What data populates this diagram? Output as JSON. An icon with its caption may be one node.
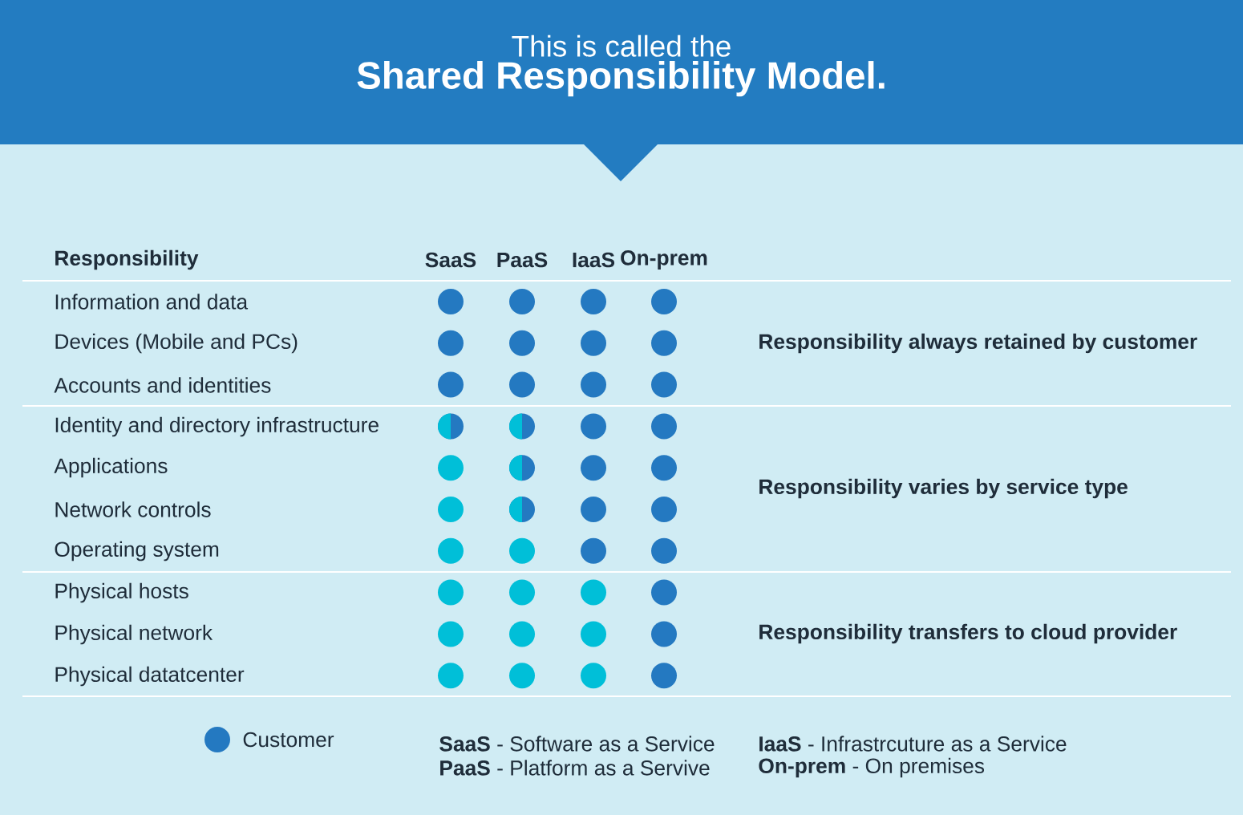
{
  "diagram": {
    "nodes": [
      {
        "text": [
          "This is called the",
          "Shared Responsibility Model."
        ]
      }
    ],
    "edges": [],
    "labels": [
      "Responsibility",
      "SaaS",
      "PaaS",
      "IaaS",
      "On-prem",
      "Information and data",
      "Devices (Mobile and PCs)",
      "Responsibility always retained by customer",
      "Accounts and identities",
      "Identity and directory infrastructure",
      "Applications",
      "Network controls",
      "Responsibility varies by service type",
      "Operating system",
      "Physical hosts",
      "Physical network",
      "Responsibility transfers to cloud provider",
      "Physical datatcenter",
      "**SaaS** - Software as a Service",
      "**IaaS** - Infrastrcuture as a Service",
      "**PaaS** - Platform as a Servive",
      "**On-prem** - On premises"
    ],
    "legend": [
      {
        "text": "Customer",
        "color": "#2479c1"
      }
    ]
  }
}
